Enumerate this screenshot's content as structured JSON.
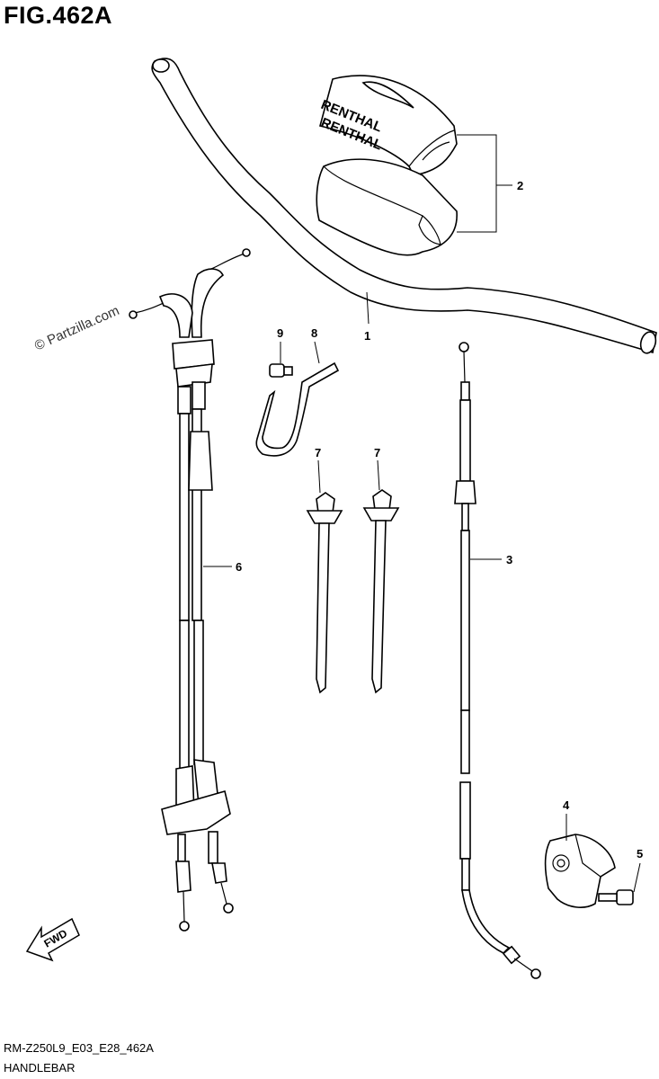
{
  "figure": {
    "title": "FIG.462A",
    "watermark": "© Partzilla.com",
    "fwd_label": "FWD",
    "pad_brand": "RENTHAL",
    "footer_code": "RM-Z250L9_E03_E28_462A",
    "footer_name": "HANDLEBAR"
  },
  "callouts": [
    "1",
    "2",
    "3",
    "4",
    "5",
    "6",
    "7",
    "7",
    "8",
    "9"
  ]
}
